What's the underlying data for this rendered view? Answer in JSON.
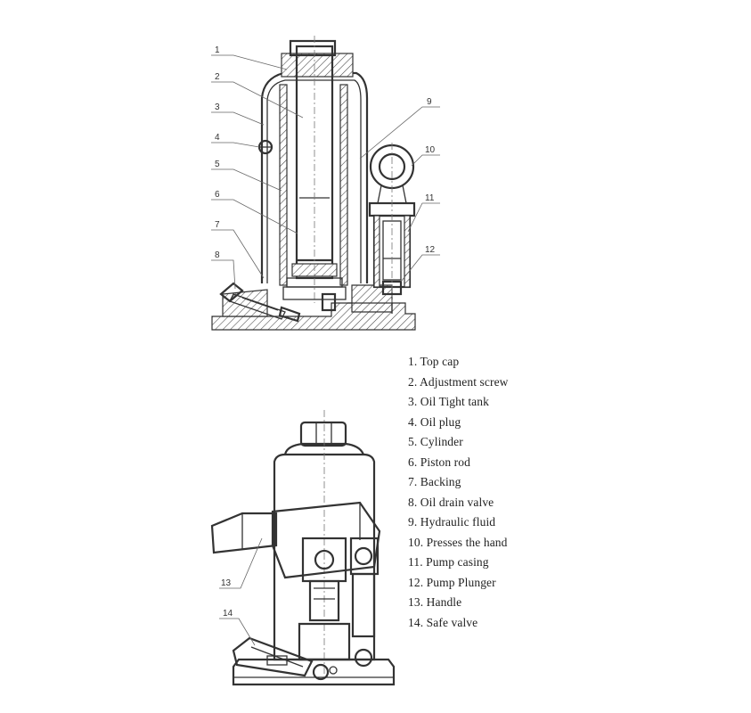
{
  "callouts": [
    "1",
    "2",
    "3",
    "4",
    "5",
    "6",
    "7",
    "8",
    "9",
    "10",
    "11",
    "12",
    "13",
    "14"
  ],
  "legend": [
    "1. Top cap",
    "2. Adjustment  screw",
    "3. Oil Tight  tank",
    "4. Oil  plug",
    "5. Cylinder",
    "6. Piston rod",
    "7. Backing",
    "8. Oil drain  valve",
    "9. Hydraulic  fluid",
    "10. Presses the  hand",
    "11. Pump casing",
    "12. Pump Plunger",
    "13. Handle",
    "14. Safe valve"
  ]
}
